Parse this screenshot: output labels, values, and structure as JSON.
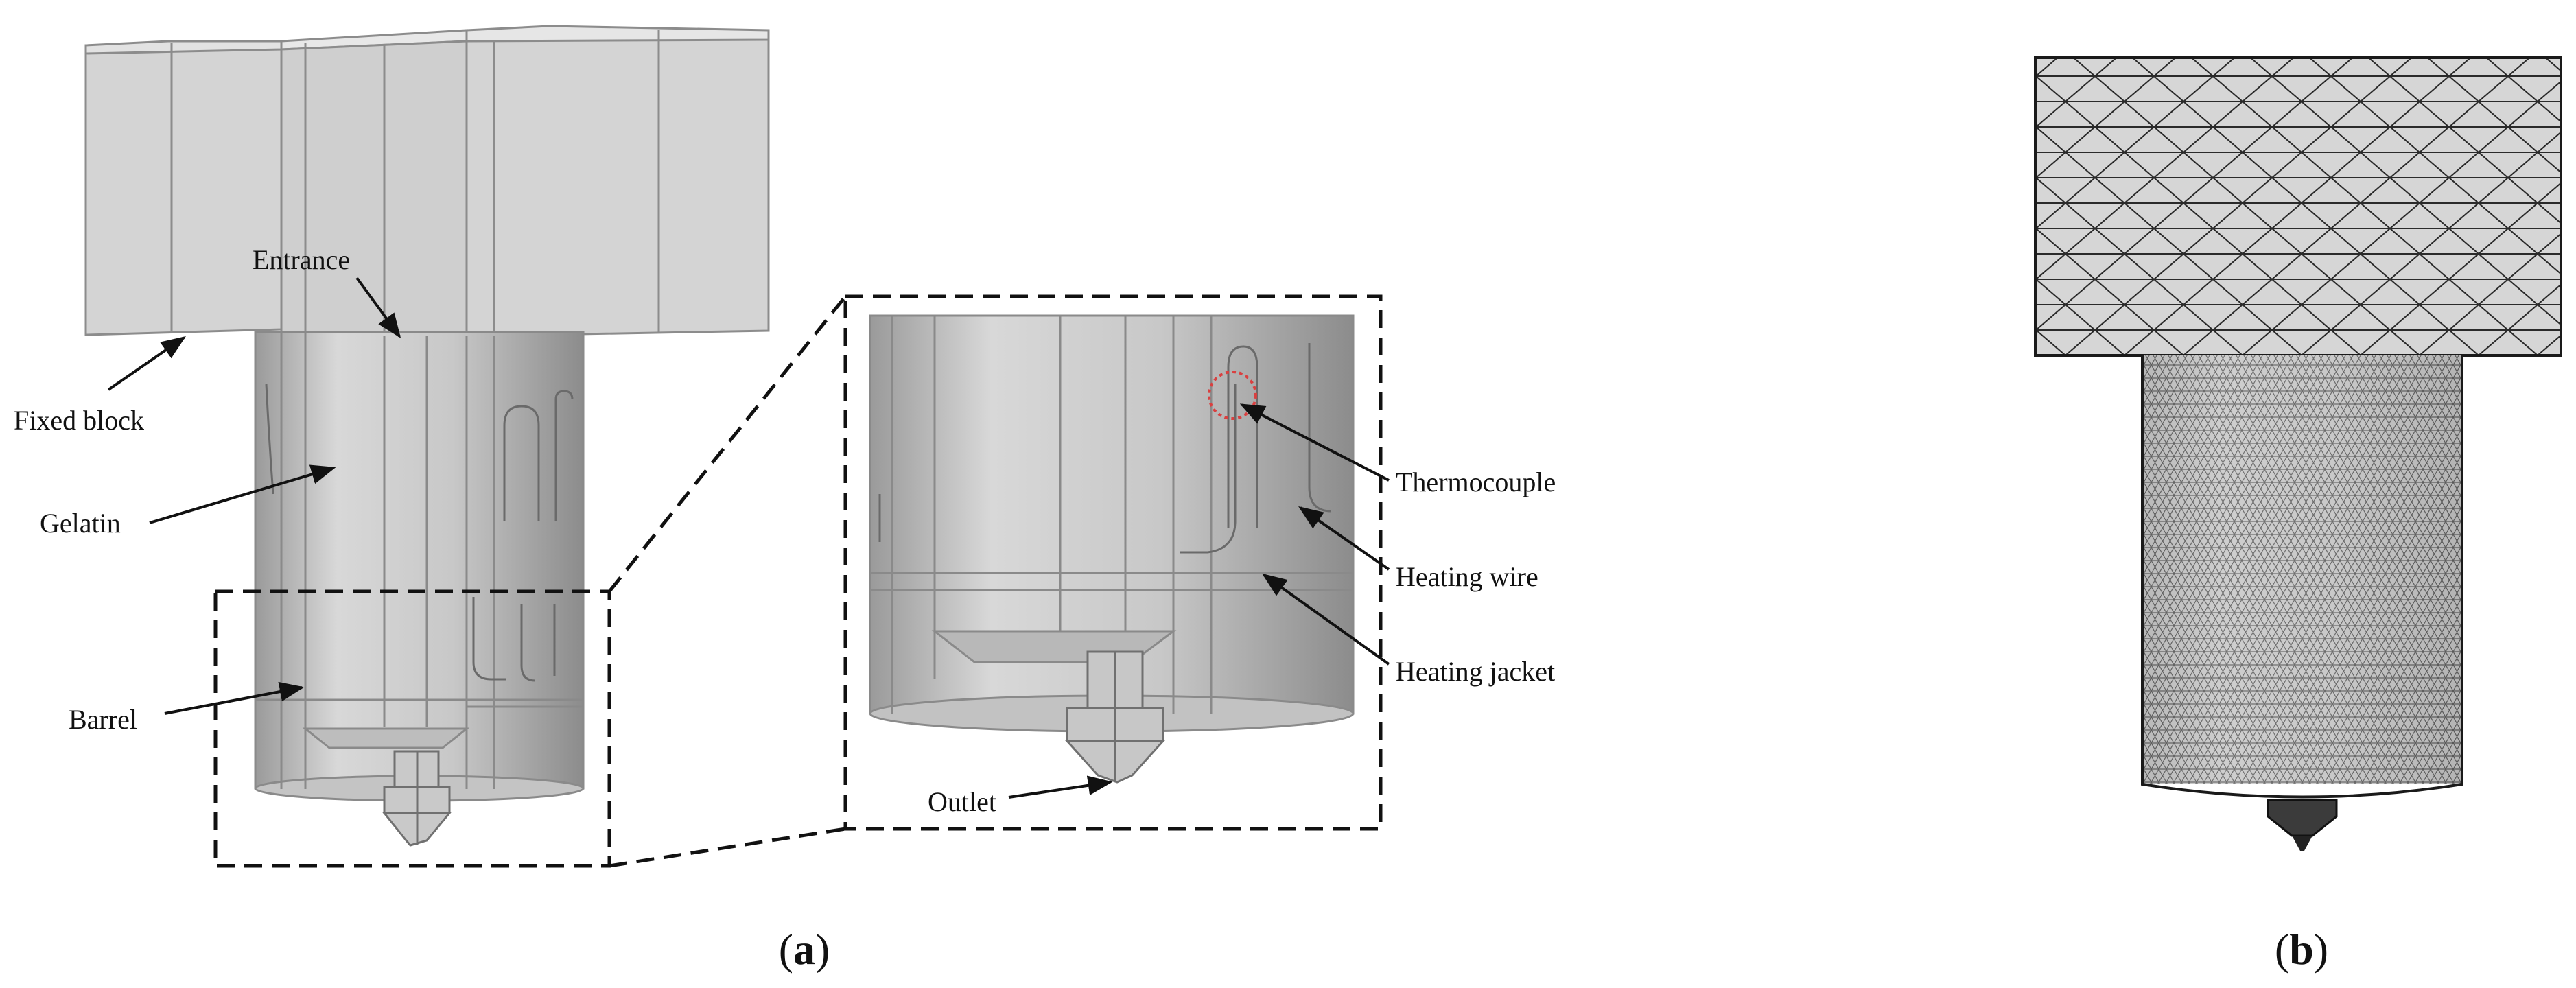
{
  "figure_a": {
    "labels": {
      "entrance": "Entrance",
      "fixed_block": "Fixed block",
      "gelatin": "Gelatin",
      "barrel": "Barrel",
      "thermocouple": "Thermocouple",
      "heating_wire": "Heating wire",
      "heating_jacket": "Heating jacket",
      "outlet": "Outlet"
    },
    "caption": {
      "open": "(",
      "letter": "a",
      "close": ")"
    }
  },
  "figure_b": {
    "caption": {
      "open": "(",
      "letter": "b",
      "close": ")"
    }
  },
  "colors": {
    "model_fill": "#d3d3d3",
    "model_edge": "#8a8a8a",
    "mesh_line": "#333333",
    "thermocouple_marker": "#d94040"
  }
}
